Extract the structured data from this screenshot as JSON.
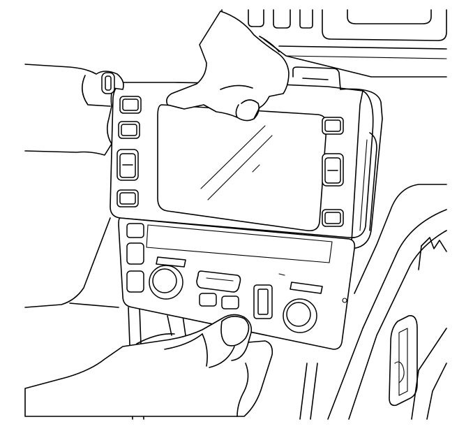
{
  "illustration": {
    "colors": {
      "line": "#000000",
      "background": "#ffffff"
    },
    "parts": [
      "dashboard-trim",
      "navigation-display",
      "display-bezel",
      "radio-control-panel",
      "hand-upper",
      "hand-lower",
      "center-console",
      "side-panel-handle"
    ]
  }
}
